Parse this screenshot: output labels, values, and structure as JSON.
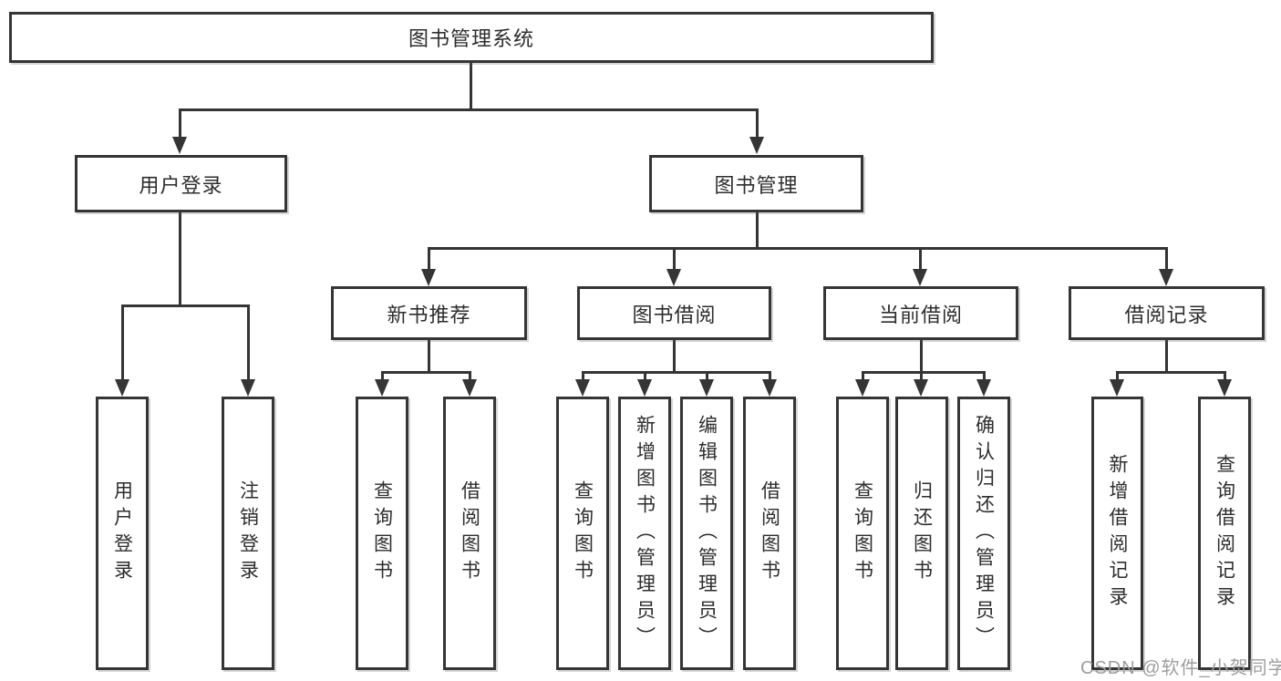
{
  "colors": {
    "line": "#353535",
    "text": "#2d2d2d",
    "background": "#ffffff",
    "watermark_color": "#9e9e9e"
  },
  "tree": {
    "root": {
      "label": "图书管理系统"
    },
    "branches": [
      {
        "label": "用户登录",
        "children": [
          {
            "label": "用户登录"
          },
          {
            "label": "注销登录"
          }
        ]
      },
      {
        "label": "图书管理",
        "children": [
          {
            "label": "新书推荐",
            "children": [
              {
                "label": "查询图书"
              },
              {
                "label": "借阅图书"
              }
            ]
          },
          {
            "label": "图书借阅",
            "children": [
              {
                "label": "查询图书"
              },
              {
                "label": "新增图书（管理员）"
              },
              {
                "label": "编辑图书（管理员）"
              },
              {
                "label": "借阅图书"
              }
            ]
          },
          {
            "label": "当前借阅",
            "children": [
              {
                "label": "查询图书"
              },
              {
                "label": "归还图书"
              },
              {
                "label": "确认归还（管理员）"
              }
            ]
          },
          {
            "label": "借阅记录",
            "children": [
              {
                "label": "新增借阅记录"
              },
              {
                "label": "查询借阅记录"
              }
            ]
          }
        ]
      }
    ]
  },
  "watermark": {
    "text": "CSDN @软件_小贺同学"
  }
}
